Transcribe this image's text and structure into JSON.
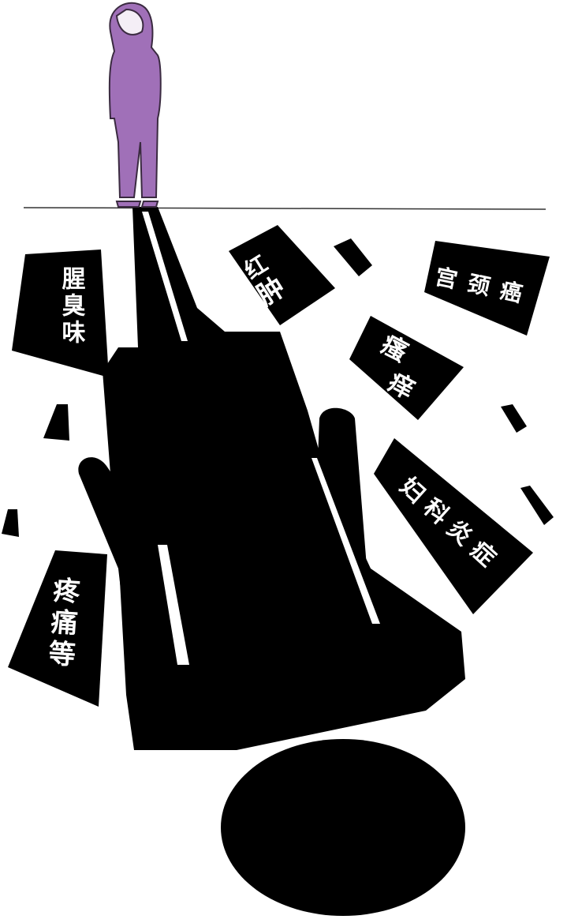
{
  "colors": {
    "shadow": "#000000",
    "girl": "#a070b8",
    "girl_outline": "#3a2a40",
    "background": "#ffffff"
  },
  "symptoms": [
    {
      "text": "腥臭味",
      "chars": [
        "腥",
        "臭",
        "味"
      ]
    },
    {
      "text": "红肿",
      "chars": [
        "红",
        "肿"
      ]
    },
    {
      "text": "宫颈癌",
      "chars": [
        "宫",
        "颈",
        "癌"
      ]
    },
    {
      "text": "瘙痒",
      "chars": [
        "瘙",
        "痒"
      ]
    },
    {
      "text": "妇科炎症",
      "chars": [
        "妇",
        "科",
        "炎",
        "症"
      ]
    },
    {
      "text": "疼痛等",
      "chars": [
        "疼",
        "痛",
        "等"
      ]
    }
  ]
}
